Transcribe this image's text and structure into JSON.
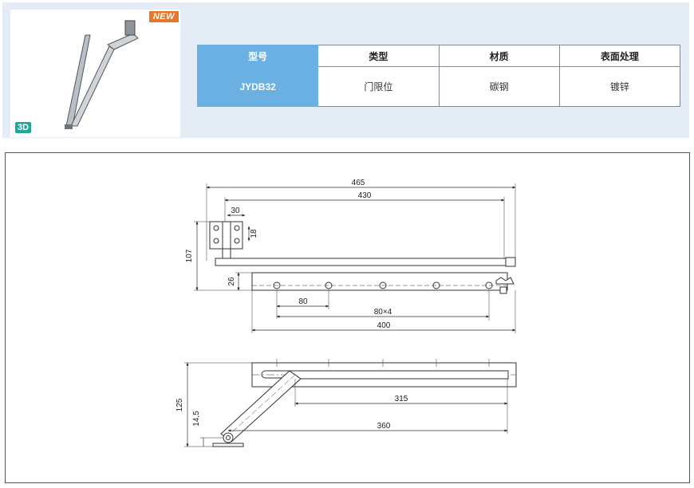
{
  "product": {
    "badge_new": "NEW",
    "badge_3d": "3D"
  },
  "spec_table": {
    "headers": [
      "型号",
      "类型",
      "材质",
      "表面处理"
    ],
    "row": [
      "JYDB32",
      "门限位",
      "碳钢",
      "镀锌"
    ]
  },
  "drawing": {
    "top_view_dims": {
      "overall_length": "465",
      "arm_length": "430",
      "bracket_width": "30",
      "bracket_height": "18",
      "total_height": "107",
      "rail_height": "26",
      "hole_pitch": "80",
      "hole_pitch_total": "80×4",
      "rail_length": "400"
    },
    "side_view_dims": {
      "height": "125",
      "offset": "14,5",
      "slot_length": "315",
      "arm_span": "360"
    }
  },
  "colors": {
    "table_model_bg": "#6ab0e2",
    "panel_bg": "#e4ecf6",
    "new_badge": "#e8772a",
    "badge_3d": "#1fa79a"
  }
}
